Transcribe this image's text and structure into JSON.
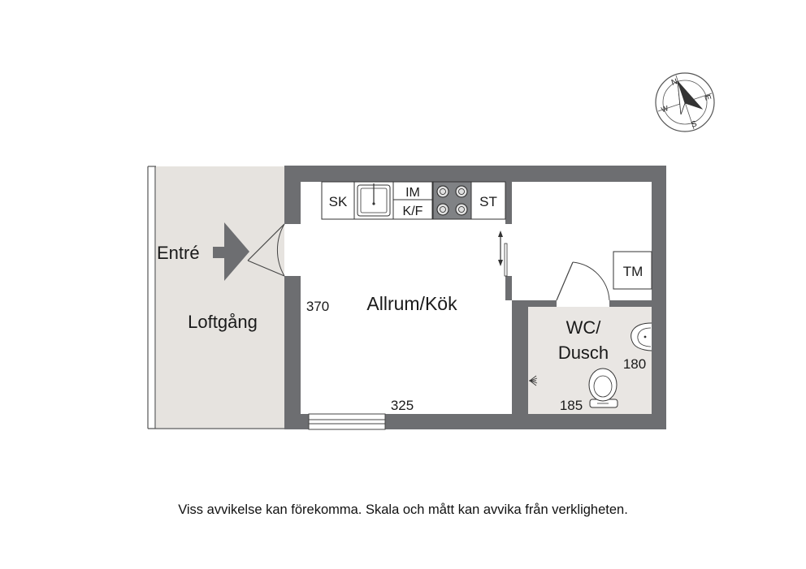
{
  "rooms": {
    "loftgang": "Loftgång",
    "allrum": "Allrum/Kök",
    "wc_line1": "WC/",
    "wc_line2": "Dusch"
  },
  "entrance_label": "Entré",
  "fixtures": {
    "sink": "SK",
    "microwave": "IM",
    "fridge_freezer": "K/F",
    "stove": "ST",
    "washer": "TM"
  },
  "dimensions": {
    "allrum_height": "370",
    "allrum_width": "325",
    "wc_height": "180",
    "wc_width": "185"
  },
  "compass": {
    "n": "N",
    "e": "E",
    "s": "S",
    "w": "W"
  },
  "disclaimer": "Viss avvikelse kan förekomma. Skala och mått kan avvika från verkligheten.",
  "colors": {
    "wall": "#6d6e71",
    "balcony_fill": "#e6e3df",
    "wet_room_fill": "#e9e6e3",
    "counter_line": "#333333",
    "stove_fill": "#808285"
  }
}
